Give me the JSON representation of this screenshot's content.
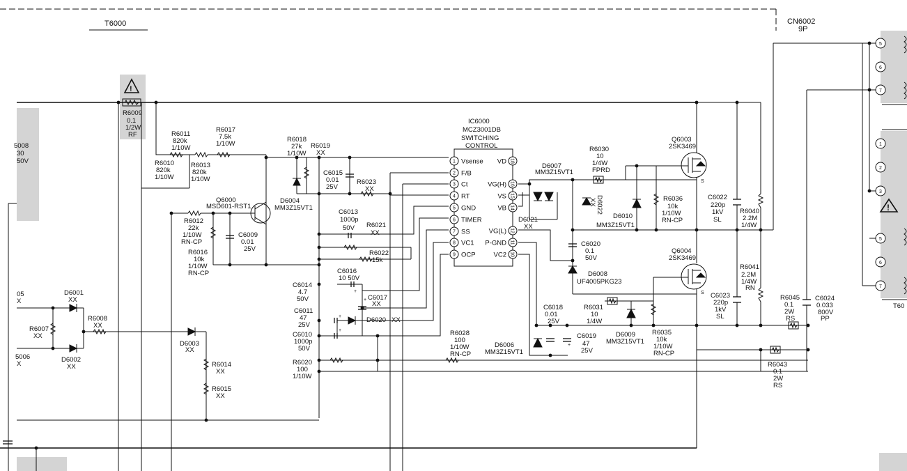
{
  "header": {
    "transformer": "T6000",
    "connector": "CN6002",
    "connector_pins": "9P",
    "right_transformer": "T60"
  },
  "left_partial": {
    "c6008_name": "5008",
    "c6008_val1": "30",
    "c6008_val2": "50V",
    "r6005_name": "05",
    "r6005_val": "X",
    "r6006_name": "5006",
    "r6006_val": "X"
  },
  "ic": {
    "name": "IC6000",
    "part": "MCZ3001DB",
    "func1": "SWITCHING",
    "func2": "CONTROL",
    "left_pins": [
      {
        "num": "1",
        "label": "Vsense"
      },
      {
        "num": "2",
        "label": "F/B"
      },
      {
        "num": "3",
        "label": "Ct"
      },
      {
        "num": "4",
        "label": "RT"
      },
      {
        "num": "5",
        "label": "GND"
      },
      {
        "num": "6",
        "label": "TIMER"
      },
      {
        "num": "7",
        "label": "SS"
      },
      {
        "num": "8",
        "label": "VC1"
      },
      {
        "num": "9",
        "label": "OCP"
      }
    ],
    "right_pins": [
      {
        "num": "18",
        "label": "VD"
      },
      {
        "num": "16",
        "label": "VG(H)"
      },
      {
        "num": "15",
        "label": "VS"
      },
      {
        "num": "14",
        "label": "VB"
      },
      {
        "num": "12",
        "label": "VG(L)"
      },
      {
        "num": "11",
        "label": "P-GND"
      },
      {
        "num": "10",
        "label": "VC2"
      }
    ]
  },
  "components": {
    "r6009": {
      "name": "R6009",
      "v1": "0.1",
      "v2": "1/2W",
      "v3": "RF"
    },
    "r6011": {
      "name": "R6011",
      "v1": "820k",
      "v2": "1/10W"
    },
    "r6010": {
      "name": "R6010",
      "v1": "820k",
      "v2": "1/10W"
    },
    "r6017": {
      "name": "R6017",
      "v1": "7.5k",
      "v2": "1/10W"
    },
    "r6013": {
      "name": "R6013",
      "v1": "820k",
      "v2": "1/10W"
    },
    "r6018": {
      "name": "R6018",
      "v1": "27k",
      "v2": "1/10W"
    },
    "r6019": {
      "name": "R6019",
      "v1": "XX"
    },
    "c6015": {
      "name": "C6015",
      "v1": "0.01",
      "v2": "25V"
    },
    "r6023": {
      "name": "R6023",
      "v1": "XX"
    },
    "q6000": {
      "name": "Q6000",
      "v1": "MSD601-RST1"
    },
    "d6004": {
      "name": "D6004",
      "v1": "MM3Z15VT1"
    },
    "r6012": {
      "name": "R6012",
      "v1": "22k",
      "v2": "1/10W",
      "v3": "RN-CP"
    },
    "c6009": {
      "name": "C6009",
      "v1": "0.01",
      "v2": "25V"
    },
    "r6016": {
      "name": "R6016",
      "v1": "10k",
      "v2": "1/10W",
      "v3": "RN-CP"
    },
    "c6013": {
      "name": "C6013",
      "v1": "1000p",
      "v2": "50V"
    },
    "r6021": {
      "name": "R6021",
      "v1": "XX"
    },
    "r6022": {
      "name": "R6022",
      "v1": "15k"
    },
    "c6016": {
      "name": "C6016",
      "v1": "10 50V"
    },
    "c6014": {
      "name": "C6014",
      "v1": "4.7",
      "v2": "50V"
    },
    "c6017": {
      "name": "C6017",
      "v1": "XX"
    },
    "c6011": {
      "name": "C6011",
      "v1": "47",
      "v2": "25V"
    },
    "d6020": {
      "name": "D6020",
      "v1": "XX"
    },
    "c6010": {
      "name": "C6010",
      "v1": "1000p",
      "v2": "50V"
    },
    "r6020": {
      "name": "R6020",
      "v1": "100",
      "v2": "1/10W"
    },
    "r6028": {
      "name": "R6028",
      "v1": "100",
      "v2": "1/10W",
      "v3": "RN-CP"
    },
    "d6006": {
      "name": "D6006",
      "v1": "MM3Z15VT1"
    },
    "d6001": {
      "name": "D6001",
      "v1": "XX"
    },
    "d6002": {
      "name": "D6002",
      "v1": "XX"
    },
    "r6007": {
      "name": "R6007",
      "v1": "XX"
    },
    "r6008": {
      "name": "R6008",
      "v1": "XX"
    },
    "d6003": {
      "name": "D6003",
      "v1": "XX"
    },
    "r6014": {
      "name": "R6014",
      "v1": "XX"
    },
    "r6015": {
      "name": "R6015",
      "v1": "XX"
    },
    "r6030": {
      "name": "R6030",
      "v1": "10",
      "v2": "1/4W",
      "v3": "FPRD"
    },
    "d6007": {
      "name": "D6007",
      "v1": "MM3Z15VT1"
    },
    "d6022": {
      "name": "D6022",
      "v1": "XX"
    },
    "d6010": {
      "name": "D6010",
      "v1": "MM3Z15VT1"
    },
    "r6036": {
      "name": "R6036",
      "v1": "10k",
      "v2": "1/10W",
      "v3": "RN-CP"
    },
    "q6003": {
      "name": "Q6003",
      "v1": "2SK3469"
    },
    "q6004": {
      "name": "Q6004",
      "v1": "2SK3469"
    },
    "d6021": {
      "name": "D6021",
      "v1": "XX"
    },
    "c6020": {
      "name": "C6020",
      "v1": "0.1",
      "v2": "50V"
    },
    "d6008": {
      "name": "D6008",
      "v1": "UF4005PKG23"
    },
    "c6022": {
      "name": "C6022",
      "v1": "220p",
      "v2": "1kV",
      "v3": "SL"
    },
    "r6040": {
      "name": "R6040",
      "v1": "2.2M",
      "v2": "1/4W"
    },
    "r6041": {
      "name": "R6041",
      "v1": "2.2M",
      "v2": "1/4W",
      "v3": "RN"
    },
    "c6023": {
      "name": "C6023",
      "v1": "220p",
      "v2": "1kV",
      "v3": "SL"
    },
    "c6018": {
      "name": "C6018",
      "v1": "0.01",
      "v2": "25V"
    },
    "r6031": {
      "name": "R6031",
      "v1": "10",
      "v2": "1/4W"
    },
    "c6019": {
      "name": "C6019",
      "v1": "47",
      "v2": "25V"
    },
    "d6009": {
      "name": "D6009",
      "v1": "MM3Z15VT1"
    },
    "r6035": {
      "name": "R6035",
      "v1": "10k",
      "v2": "1/10W",
      "v3": "RN-CP"
    },
    "r6045": {
      "name": "R6045",
      "v1": "0.1",
      "v2": "2W",
      "v3": "RS"
    },
    "c6024": {
      "name": "C6024",
      "v1": "0.033",
      "v2": "800V",
      "v3": "PP"
    },
    "r6043": {
      "name": "R6043",
      "v1": "0.1",
      "v2": "2W",
      "v3": "RS"
    }
  },
  "mosfet_pin": "S",
  "transformer_pins": [
    "5",
    "6",
    "7",
    "1",
    "2",
    "3",
    "5",
    "6",
    "7"
  ]
}
